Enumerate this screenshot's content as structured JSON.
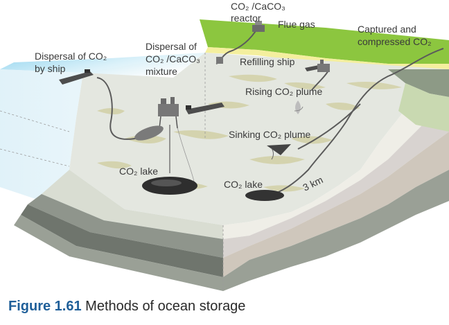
{
  "labels": {
    "reactor": "CO₂ /CaCO₃ reactor",
    "reactor_line1": "CO₂ /CaCO₃",
    "reactor_line2": "reactor",
    "flue_gas": "Flue gas",
    "captured_line1": "Captured and",
    "captured_line2": "compressed CO₂",
    "dispersal_ship_line1": "Dispersal of CO₂",
    "dispersal_ship_line2": "by ship",
    "dispersal_mix_line1": "Dispersal of",
    "dispersal_mix_line2": "CO₂ /CaCO₃",
    "dispersal_mix_line3": "mixture",
    "refilling_ship": "Refilling ship",
    "rising_plume": "Rising CO₂ plume",
    "sinking_plume": "Sinking CO₂ plume",
    "lake_left": "CO₂ lake",
    "lake_right": "CO₂ lake",
    "depth": "3 km"
  },
  "caption": {
    "number": "Figure 1.61",
    "text": "Methods of ocean storage"
  },
  "colors": {
    "caption_number": "#1f5f99",
    "sea_surface": "#bfe6f4",
    "land": "#8cc63f",
    "seabed": "#e4e7e0"
  }
}
